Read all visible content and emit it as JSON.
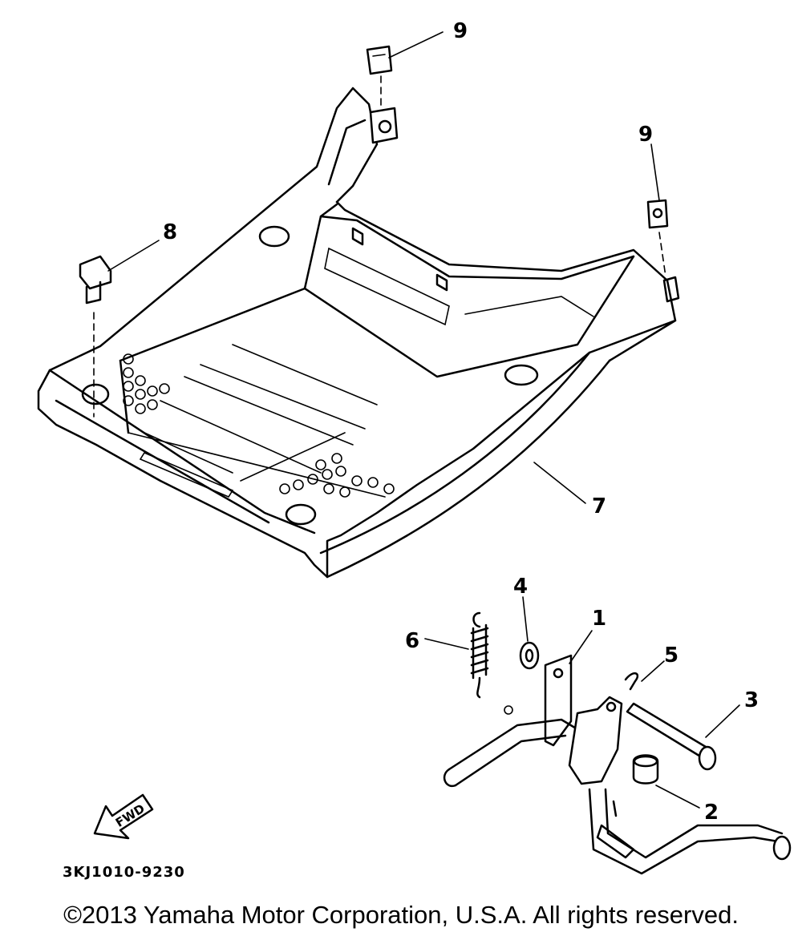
{
  "callouts": {
    "p1": "1",
    "p2": "2",
    "p3": "3",
    "p4": "4",
    "p5": "5",
    "p6": "6",
    "p7": "7",
    "p8": "8",
    "p9a": "9",
    "p9b": "9"
  },
  "fwd_label": "FWD",
  "drawing_code": "3KJ1010-9230",
  "copyright": "©2013 Yamaha Motor Corporation, U.S.A. All rights reserved."
}
